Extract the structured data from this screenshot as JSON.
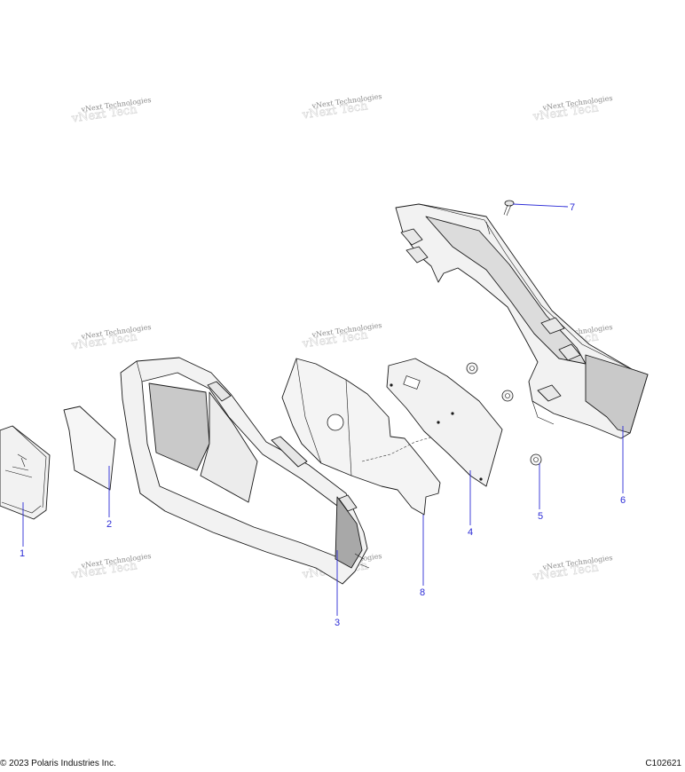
{
  "watermark": {
    "text": "vNext Technologies"
  },
  "callouts": [
    {
      "id": "1",
      "label": "1"
    },
    {
      "id": "2",
      "label": "2"
    },
    {
      "id": "3",
      "label": "3"
    },
    {
      "id": "4",
      "label": "4"
    },
    {
      "id": "5",
      "label": "5"
    },
    {
      "id": "6",
      "label": "6"
    },
    {
      "id": "7",
      "label": "7"
    },
    {
      "id": "8",
      "label": "8"
    }
  ],
  "footer": {
    "copyright": "© 2023 Polaris Industries Inc.",
    "figure_code": "C102621"
  },
  "colors": {
    "callout": "#2b2bd6",
    "part_fill": "#f2f2f2",
    "part_shade": "#c9c9c9",
    "panel_dark": "#a8a8a8"
  }
}
